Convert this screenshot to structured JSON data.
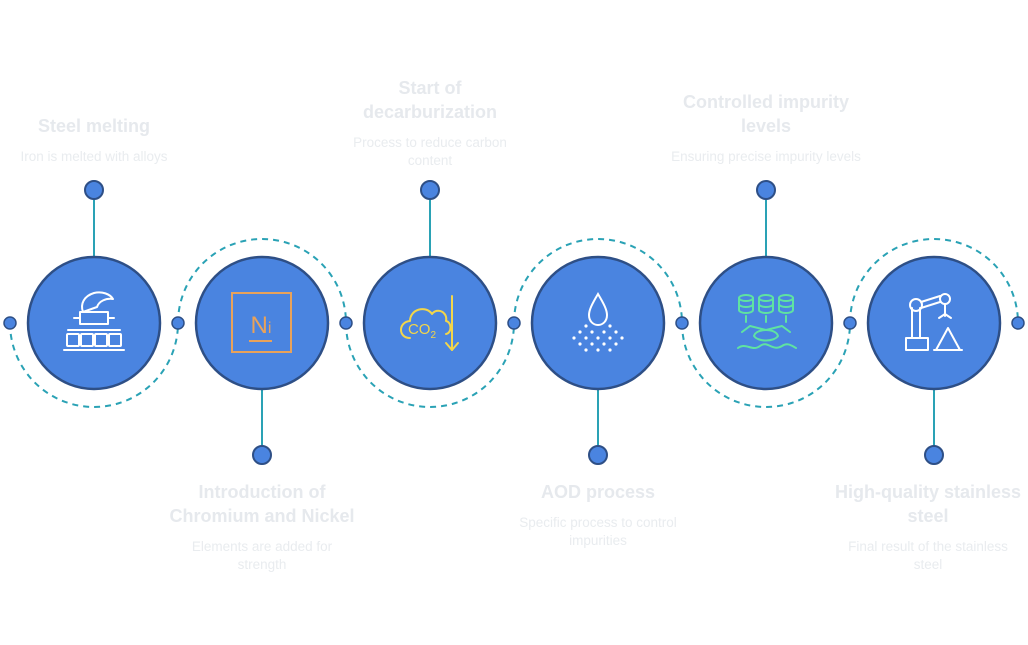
{
  "colors": {
    "circle": "#4a84e0",
    "circle_stroke": "#2e4f86",
    "connector": "#2aa2b5",
    "dot": "#4a84e0",
    "icon_white": "#ffffff",
    "icon_orange": "#e8a25a",
    "icon_yellow": "#f3d64a",
    "icon_green": "#5fe3a1"
  },
  "steps": [
    {
      "title": "Steel melting",
      "description": "Iron is melted with alloys",
      "icon": "furnace-icon"
    },
    {
      "title": "Introduction of Chromium and Nickel",
      "description": "Elements are added for strength",
      "icon": "nickel-element-icon",
      "icon_text": "Ni"
    },
    {
      "title": "Start of decarburization",
      "description": "Process to reduce carbon content",
      "icon": "co2-down-icon",
      "icon_text": "CO2"
    },
    {
      "title": "AOD process",
      "description": "Specific process to control impurities",
      "icon": "droplet-spray-icon"
    },
    {
      "title": "Controlled impurity levels",
      "description": "Ensuring precise impurity levels",
      "icon": "database-filter-icon"
    },
    {
      "title": "High-quality stainless steel",
      "description": "Final result of the stainless steel",
      "icon": "robot-arm-icon"
    }
  ]
}
